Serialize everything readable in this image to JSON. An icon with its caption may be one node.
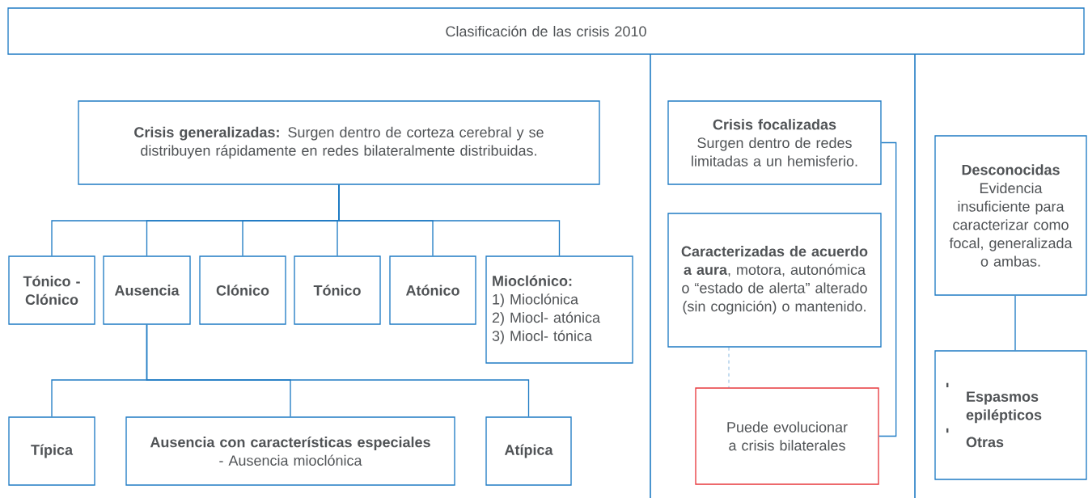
{
  "diagram": {
    "nodes": [
      {
        "text": [
          "Clasificación de las crisis 2010"
        ]
      },
      {
        "text": [
          "**Crisis generalizadas:** Surgen dentro de corteza cerebral y se distribuyen rápidamente en redes bilateralmente distribuidas."
        ]
      },
      {
        "text": [
          "Tónico - Clónico"
        ]
      },
      {
        "text": [
          "Ausencia"
        ]
      },
      {
        "text": [
          "Clónico"
        ]
      },
      {
        "text": [
          "Tónico"
        ]
      },
      {
        "text": [
          "Atónico"
        ]
      },
      {
        "text": [
          "Mioclónico:",
          "1) Mioclónica",
          "2) Miocl- atónica",
          "3) Miocl- tónica"
        ]
      },
      {
        "text": [
          "Típica"
        ]
      },
      {
        "text": [
          "Ausencia con características especiales",
          "- Ausencia mioclónica"
        ]
      },
      {
        "text": [
          "Atípica"
        ]
      },
      {
        "text": [
          "Crisis focalizadas",
          "Surgen dentro de redes limitadas a un hemisferio."
        ]
      },
      {
        "text": [
          "**Caracterizadas de acuerdo a aura**, motora, autonómica o “estado de alerta” alterado (sin cognición) o mantenido."
        ]
      },
      {
        "text": [
          "Puede evolucionar a crisis bilaterales"
        ]
      },
      {
        "text": [
          "Desconocidas",
          "Evidencia insuficiente para caracterizar como focal, generalizada o ambas."
        ]
      },
      {
        "text": [
          "Espasmos epilépticos",
          "Otras"
        ]
      }
    ],
    "edges": [
      {
        "from": 1,
        "to": 2,
        "arrow": "none"
      },
      {
        "from": 1,
        "to": 3,
        "arrow": "none"
      },
      {
        "from": 1,
        "to": 4,
        "arrow": "none"
      },
      {
        "from": 1,
        "to": 5,
        "arrow": "none"
      },
      {
        "from": 1,
        "to": 6,
        "arrow": "none"
      },
      {
        "from": 1,
        "to": 7,
        "arrow": "none"
      },
      {
        "from": 3,
        "to": 8,
        "arrow": "none"
      },
      {
        "from": 3,
        "to": 9,
        "arrow": "none"
      },
      {
        "from": 3,
        "to": 10,
        "arrow": "none"
      },
      {
        "from": 12,
        "to": 13,
        "arrow": "none",
        "style": "dashed"
      },
      {
        "from": 11,
        "to": 13,
        "arrow": "none"
      },
      {
        "from": 14,
        "to": 15,
        "arrow": "none"
      }
    ]
  }
}
